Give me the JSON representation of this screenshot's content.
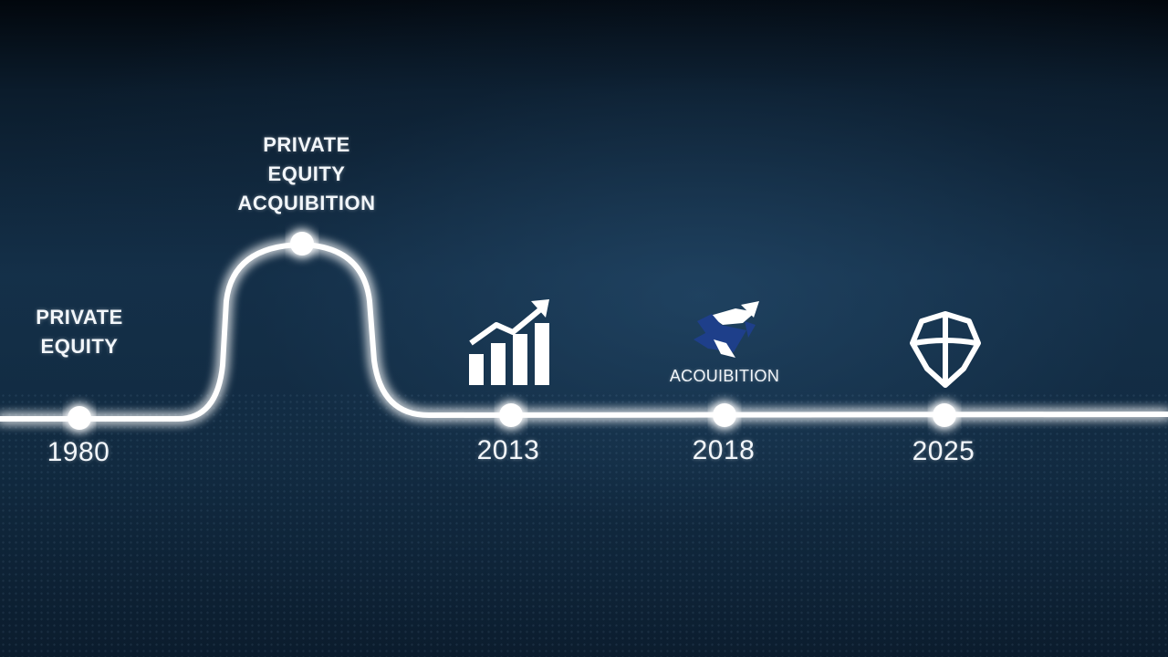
{
  "colors": {
    "background": "#0d2135",
    "line": "#ffffff",
    "text": "#f2f6fa",
    "accent": "#1e3f8a"
  },
  "timeline": {
    "events": [
      {
        "year": "1980",
        "label_lines": [
          "PRIVATE",
          "EQUITY"
        ]
      },
      {
        "year": "",
        "label_lines": [
          "PRIVATE",
          "EQUITY",
          "ACQUIBITION"
        ]
      },
      {
        "year": "2013",
        "label_lines": [],
        "icon": "growth-chart-icon"
      },
      {
        "year": "2018",
        "label_lines": [
          "ACOUIBITION"
        ],
        "icon": "handshake-icon"
      },
      {
        "year": "2025",
        "label_lines": [],
        "icon": "shield-icon"
      }
    ]
  }
}
